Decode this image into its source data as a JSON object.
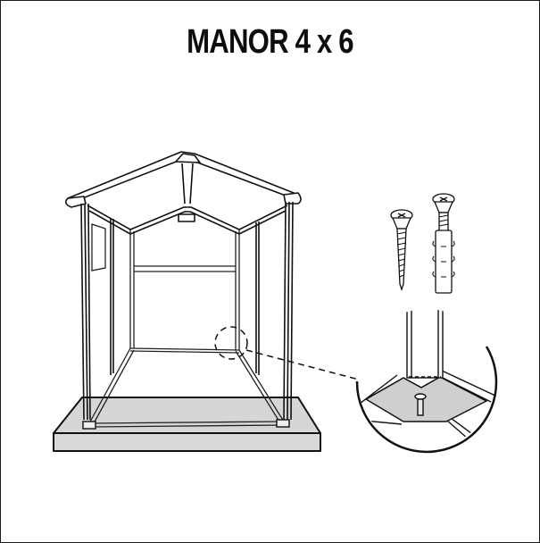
{
  "title": "MANOR 4 x 6",
  "illustration": {
    "subject": "shed-frame-on-foundation",
    "components": [
      {
        "name": "shed-frame",
        "description": "Gable-roof shed frame with corner posts, side window panel and rear cross beam"
      },
      {
        "name": "foundation-slab",
        "description": "Grey rectangular base the shed stands on"
      },
      {
        "name": "screw",
        "description": "Countersunk Phillips wood screw"
      },
      {
        "name": "wall-plug-with-screw",
        "description": "Screw inserted in ribbed wall anchor"
      },
      {
        "name": "detail-callout",
        "description": "Dashed circle at rear-right inner corner linked by dashed leader to magnified view"
      },
      {
        "name": "magnified-corner-detail",
        "description": "Corner bracket fixed to floor with screw"
      }
    ]
  },
  "colors": {
    "line": "#111111",
    "slab_fill": "#d9d9d9",
    "bracket_fill": "#c8c8c8",
    "background": "#ffffff"
  }
}
